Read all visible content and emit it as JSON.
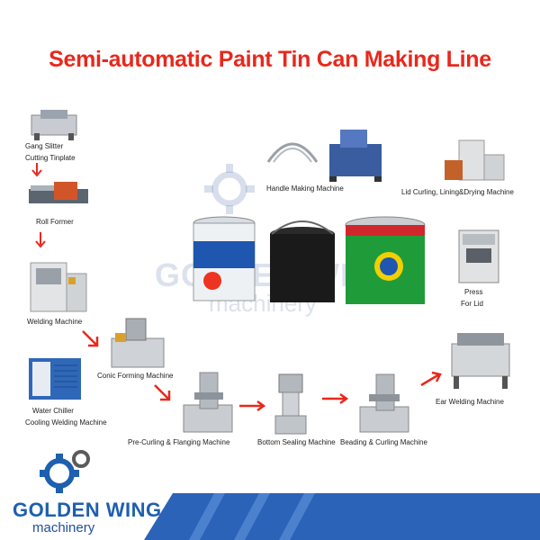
{
  "title": "Semi-automatic Paint Tin Can Making Line",
  "steps": {
    "gang_slitter": "Gang Slitter",
    "cutting_tinplate": "Cutting Tinplate",
    "roll_former": "Roll Former",
    "welding_machine": "Welding Machine",
    "water_chiller": "Water Chiller",
    "cooling_welding": "Cooling Welding Machine",
    "conic_forming": "Conic Forming Machine",
    "pre_curling": "Pre-Curling & Flanging Machine",
    "bottom_sealing": "Bottom Sealing Machine",
    "beading_curling": "Beading & Curling Machine",
    "ear_welding": "Ear Welding Machine",
    "press": "Press",
    "for_lid": "For Lid",
    "lid_curling": "Lid Curling, Lining&Drying Machine",
    "handle_making": "Handle Making Machine"
  },
  "watermark": {
    "line1": "GOLDEN WING",
    "line2": "machinery"
  },
  "logo": {
    "line1": "GOLDEN WING",
    "line2": "machinery"
  },
  "colors": {
    "title": "#e8281c",
    "arrow": "#e8281c",
    "brand": "#1e5fb0"
  }
}
